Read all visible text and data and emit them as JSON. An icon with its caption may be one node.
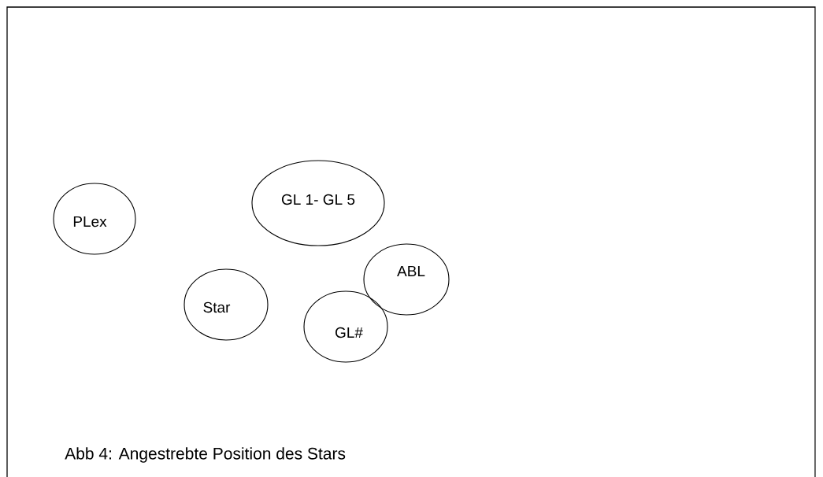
{
  "diagram": {
    "caption": "Abb 4: Angestrebte Position des Stars",
    "nodes": [
      {
        "text": [
          "PLex"
        ]
      },
      {
        "text": [
          "GL 1- GL 5"
        ]
      },
      {
        "text": [
          "ABL"
        ]
      },
      {
        "text": [
          "Star"
        ]
      },
      {
        "text": [
          "GL#"
        ]
      }
    ]
  }
}
